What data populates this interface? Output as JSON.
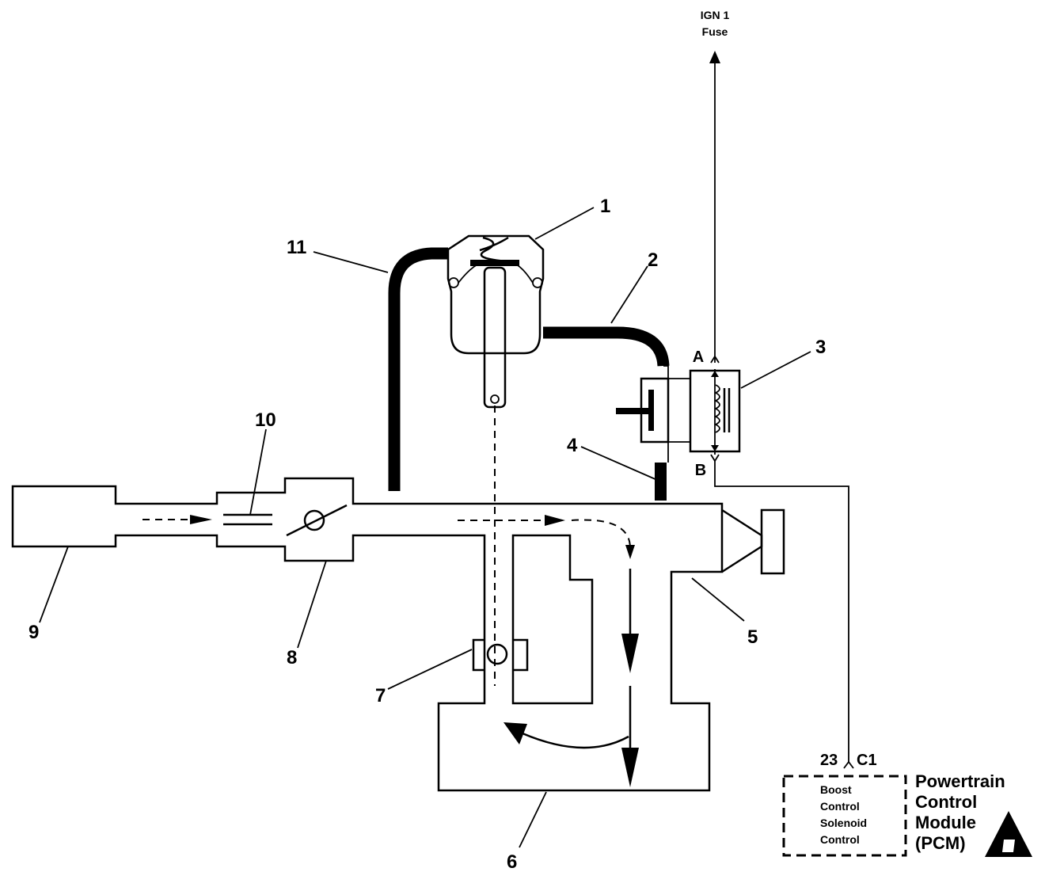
{
  "fuse_label": [
    "IGN 1",
    "Fuse"
  ],
  "callouts": {
    "c1": "1",
    "c2": "2",
    "c3": "3",
    "c4": "4",
    "c5": "5",
    "c6": "6",
    "c7": "7",
    "c8": "8",
    "c9": "9",
    "c10": "10",
    "c11": "11"
  },
  "terminals": {
    "a": "A",
    "b": "B"
  },
  "connector": {
    "pin": "23",
    "conn": "C1"
  },
  "pcm_box_lines": [
    "Boost",
    "Control",
    "Solenoid",
    "Control"
  ],
  "pcm_title_lines": [
    "Powertrain",
    "Control",
    "Module",
    "(PCM)"
  ]
}
